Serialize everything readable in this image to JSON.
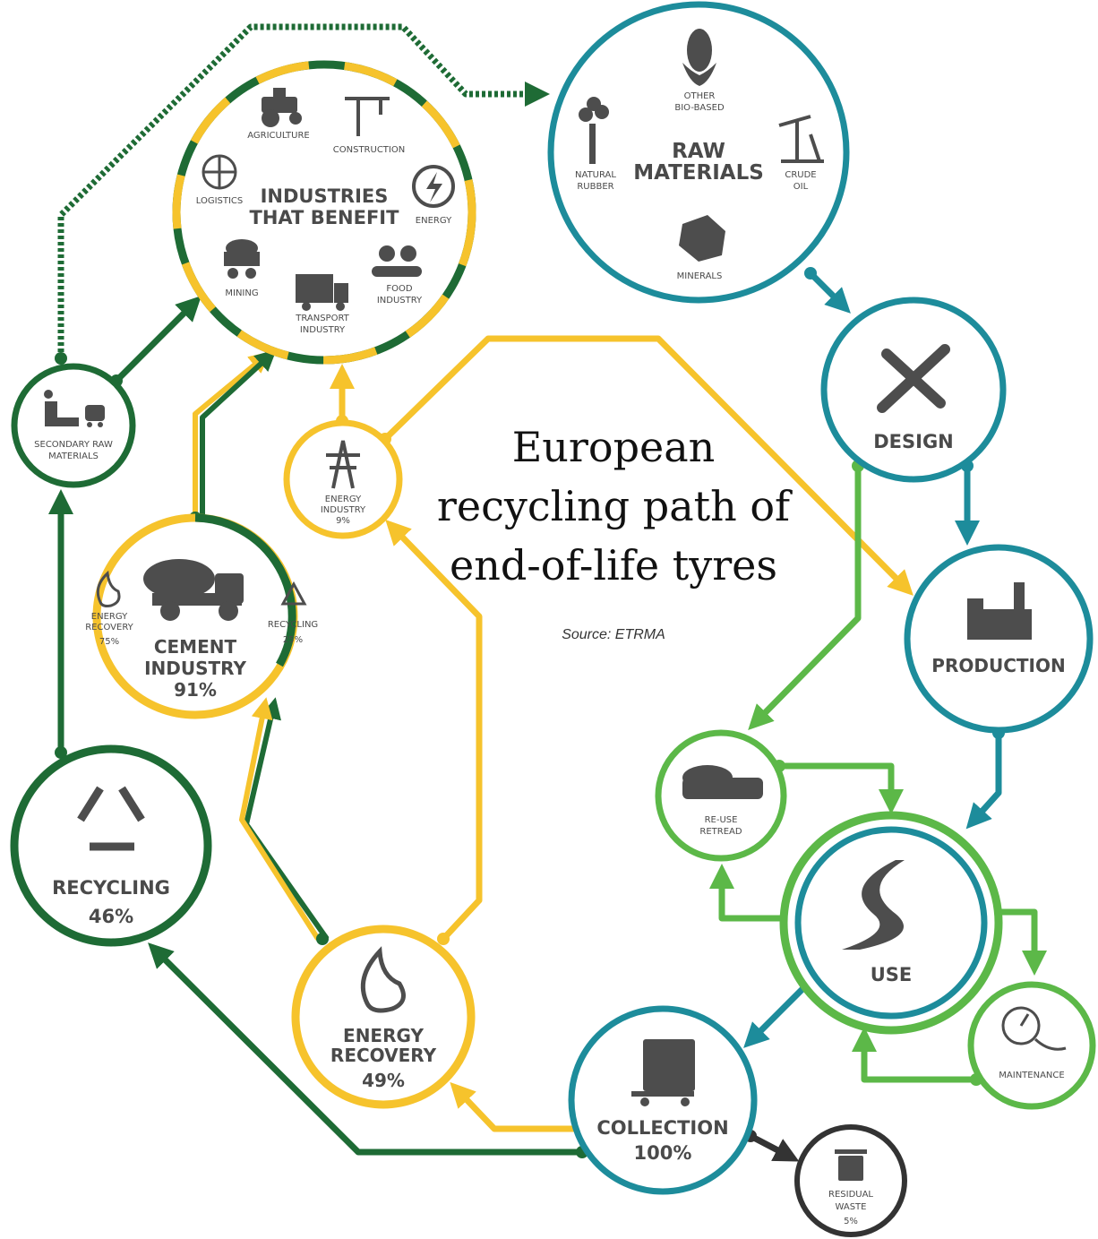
{
  "title_lines": [
    "European",
    "recycling path of",
    "end-of-life tyres"
  ],
  "source": "Source: ETRMA",
  "colors": {
    "dark_green": "#1e6b35",
    "yellow": "#f6c32c",
    "teal": "#1d8c9b",
    "light_green": "#5cb848",
    "black": "#333333",
    "icon_gray": "#4d4d4d"
  },
  "industries": {
    "title": [
      "INDUSTRIES",
      "THAT BENEFIT"
    ],
    "agriculture": "AGRICULTURE",
    "construction": "CONSTRUCTION",
    "logistics": "LOGISTICS",
    "energy": "ENERGY",
    "mining": "MINING",
    "transport": [
      "TRANSPORT",
      "INDUSTRY"
    ],
    "food": [
      "FOOD",
      "INDUSTRY"
    ]
  },
  "raw_materials": {
    "title": [
      "RAW",
      "MATERIALS"
    ],
    "other_bio": [
      "OTHER",
      "BIO-BASED"
    ],
    "natural_rubber": [
      "NATURAL",
      "RUBBER"
    ],
    "crude_oil": [
      "CRUDE",
      "OIL"
    ],
    "minerals": "MINERALS"
  },
  "secondary_raw": [
    "SECONDARY RAW",
    "MATERIALS"
  ],
  "energy_industry": [
    "ENERGY",
    "INDUSTRY",
    "9%"
  ],
  "cement": {
    "title": [
      "CEMENT",
      "INDUSTRY",
      "91%"
    ],
    "energy_recovery": [
      "ENERGY",
      "RECOVERY",
      "75%"
    ],
    "recycling": [
      "RECYCLING",
      "25%"
    ]
  },
  "design": "DESIGN",
  "production": "PRODUCTION",
  "reuse": [
    "RE-USE",
    "RETREAD"
  ],
  "use": "USE",
  "maintenance": "MAINTENANCE",
  "recycling": [
    "RECYCLING",
    "46%"
  ],
  "energy_recovery": [
    "ENERGY",
    "RECOVERY",
    "49%"
  ],
  "collection": [
    "COLLECTION",
    "100%"
  ],
  "residual": [
    "RESIDUAL",
    "WASTE",
    "5%"
  ]
}
